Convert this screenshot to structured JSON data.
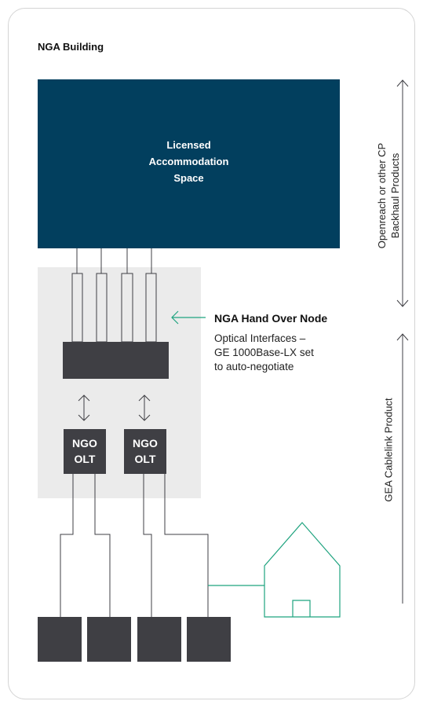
{
  "diagram": {
    "building_title": "NGA Building",
    "licensed_space_label": "Licensed\nAccommodation\nSpace",
    "hand_over_node": {
      "title": "NGA Hand Over Node",
      "description": "Optical Interfaces –\nGE 1000Base-LX set\nto auto-negotiate"
    },
    "olt_labels": [
      "NGO\nOLT",
      "NGO\nOLT"
    ],
    "side_labels": {
      "backhaul": "Openreach or other CP\nBackhaul Products",
      "cablelink": "GEA Cablelink Product"
    },
    "colors": {
      "licensed_space": "#023f5e",
      "node_box": "#3f3f44",
      "hand_over_node_area": "#ebebeb",
      "accent_green": "#1fa37f",
      "frame_border": "#d4d4d4"
    },
    "icons": [
      "house-icon",
      "arrow-left-icon",
      "double-arrow-icon"
    ]
  }
}
